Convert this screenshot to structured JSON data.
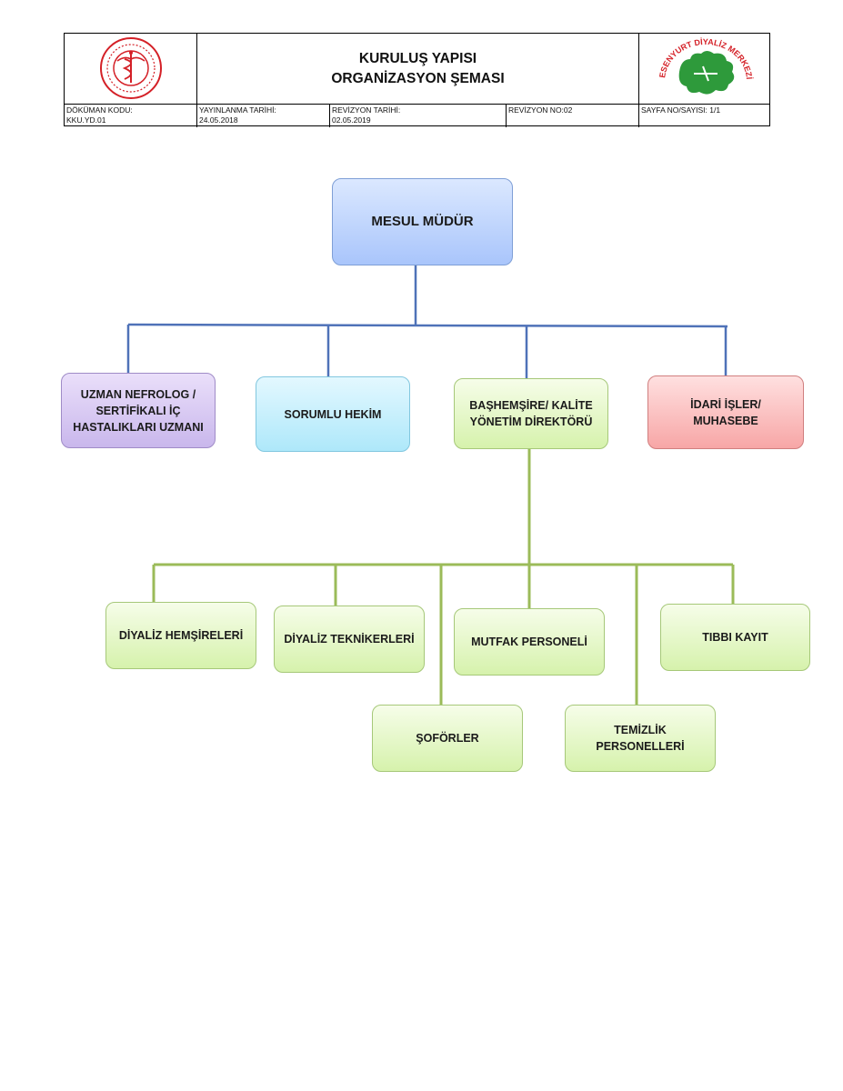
{
  "header": {
    "title_line1": "KURULUŞ YAPISI",
    "title_line2": "ORGANİZASYON ŞEMASI",
    "left_logo_icon": "ministry-of-health-seal",
    "right_logo_text": "ESENYURT DİYALİZ MERKEZİ",
    "right_logo_icon": "green-leaf",
    "doc_code_label": "DÖKÜMAN KODU:",
    "doc_code_value": "KKU.YD.01",
    "pub_date_label": "YAYINLANMA TARİHİ:",
    "pub_date_value": "24.05.2018",
    "rev_date_label": "REVİZYON TARİHİ:",
    "rev_date_value": "02.05.2019",
    "rev_no": "REVİZYON NO:02",
    "page_no": "SAYFA NO/SAYISI: 1/1"
  },
  "chart": {
    "top": "MESUL MÜDÜR",
    "level2": {
      "nefrolog_l1": "UZMAN NEFROLOG /",
      "nefrolog_l2": "SERTİFİKALI İÇ",
      "nefrolog_l3": "HASTALIKLARI UZMANI",
      "sorumlu": "SORUMLU HEKİM",
      "bashemsire_l1": "BAŞHEMŞİRE/  KALİTE",
      "bashemsire_l2": "YÖNETİM DİREKTÖRÜ",
      "idari_l1": "İDARİ İŞLER/",
      "idari_l2": "MUHASEBE"
    },
    "level3": {
      "hemsireler": "DİYALİZ HEMŞİRELERİ",
      "teknikerler": "DİYALİZ TEKNİKERLERİ",
      "mutfak": "MUTFAK PERSONELİ",
      "tibbi_kayit": "TIBBI  KAYIT",
      "soforler": "ŞOFÖRLER",
      "temizlik_l1": "TEMİZLİK",
      "temizlik_l2": "PERSONELLERİ"
    },
    "colors": {
      "blue_line": "#4f72b8",
      "green_line": "#9bbb59"
    }
  }
}
